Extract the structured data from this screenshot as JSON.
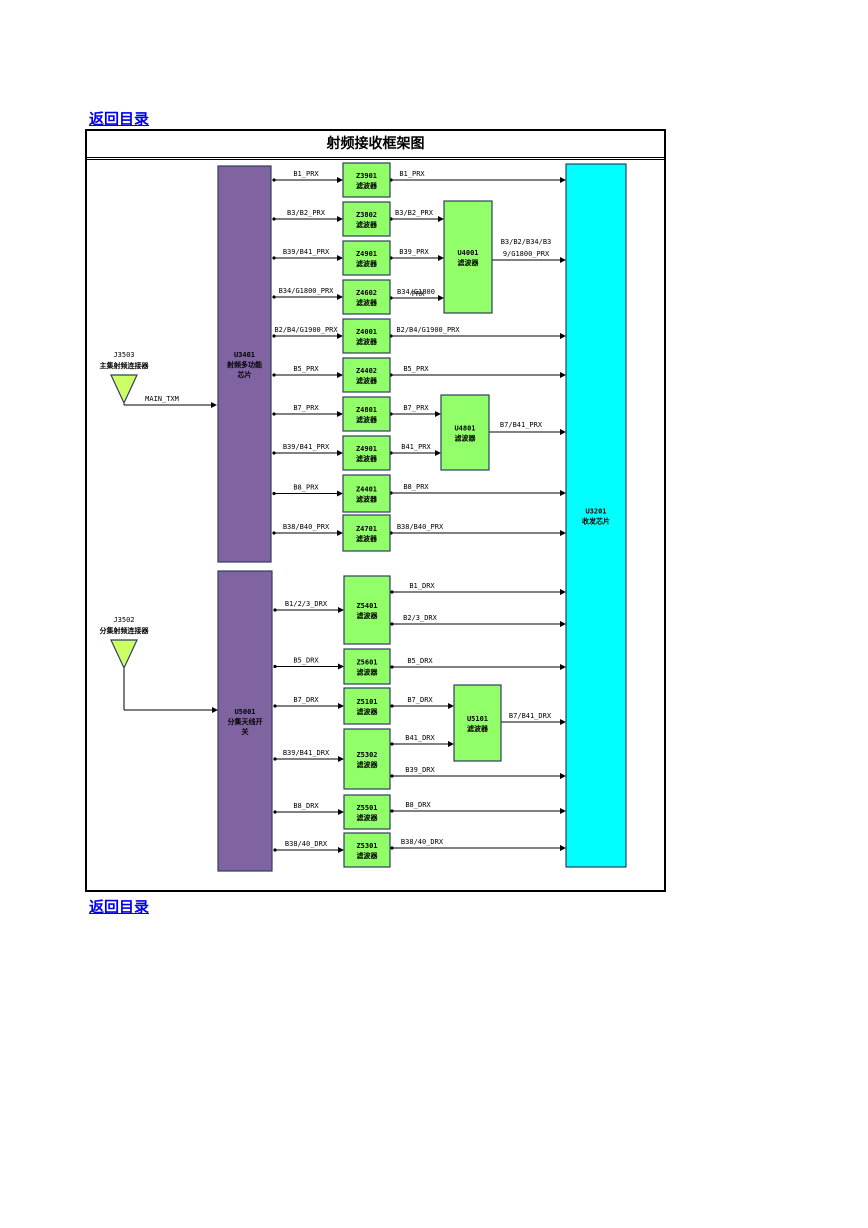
{
  "nav": {
    "back_link": "返回目录"
  },
  "diagram": {
    "title": "射频接收框架图",
    "colors": {
      "chip": "#8064a2",
      "filter": "#92ff6a",
      "transceiver": "#00ffff",
      "antenna": "#ccff66"
    },
    "antennas": [
      {
        "id": "J3503",
        "label": "主集射频连接器",
        "signal": "MAIN_TXM"
      },
      {
        "id": "J3502",
        "label": "分集射频连接器"
      }
    ],
    "chips": [
      {
        "id": "U3401",
        "lines": [
          "U3401",
          "射频多功能",
          "芯片"
        ]
      },
      {
        "id": "U5001",
        "lines": [
          "U5001",
          "分集天线开",
          "关"
        ]
      },
      {
        "id": "U3201",
        "lines": [
          "U3201",
          "收发芯片"
        ]
      }
    ],
    "filters": [
      {
        "id": "Z3901",
        "label": "滤波器"
      },
      {
        "id": "Z3802",
        "label": "滤波器"
      },
      {
        "id": "Z4901",
        "label": "滤波器"
      },
      {
        "id": "Z4602",
        "label": "滤波器"
      },
      {
        "id": "Z4001",
        "label": "滤波器"
      },
      {
        "id": "Z4402",
        "label": "滤波器"
      },
      {
        "id": "Z4801",
        "label": "滤波器"
      },
      {
        "id": "Z4901",
        "label": "滤波器"
      },
      {
        "id": "Z4401",
        "label": "滤波器"
      },
      {
        "id": "Z4701",
        "label": "滤波器"
      },
      {
        "id": "Z5401",
        "label": "滤波器"
      },
      {
        "id": "Z5601",
        "label": "滤波器"
      },
      {
        "id": "Z5101",
        "label": "滤波器"
      },
      {
        "id": "Z5302",
        "label": "滤波器"
      },
      {
        "id": "Z5501",
        "label": "滤波器"
      },
      {
        "id": "Z5301",
        "label": "滤波器"
      }
    ],
    "combiners": [
      {
        "id": "U4001",
        "label": "滤波器"
      },
      {
        "id": "U4801",
        "label": "滤波器"
      },
      {
        "id": "U5101",
        "label": "滤波器"
      }
    ],
    "signals_in": [
      "B1_PRX",
      "B3/B2_PRX",
      "B39/B41_PRX",
      "B34/G1800_PRX",
      "B2/B4/G1900_PRX",
      "B5_PRX",
      "B7_PRX",
      "B39/B41_PRX",
      "B8_PRX",
      "B38/B40_PRX",
      "B1/2/3_DRX",
      "B5_DRX",
      "B7_DRX",
      "B39/B41_DRX",
      "B8_DRX",
      "B38/40_DRX"
    ],
    "signals_out": [
      "B1_PRX",
      "B3/B2_PRX",
      "B39_PRX",
      "B34/G1800",
      "_PRX",
      "B2/B4/G1900_PRX",
      "B5_PRX",
      "B7_PRX",
      "B41_PRX",
      "B8_PRX",
      "B38/B40_PRX",
      "B1_DRX",
      "B2/3_DRX",
      "B5_DRX",
      "B7_DRX",
      "B41_DRX",
      "B39_DRX",
      "B8_DRX",
      "B38/40_DRX"
    ],
    "signals_combined": [
      "B3/B2/B34/B3",
      "9/G1800_PRX",
      "B7/B41_PRX",
      "B7/B41_DRX"
    ]
  }
}
